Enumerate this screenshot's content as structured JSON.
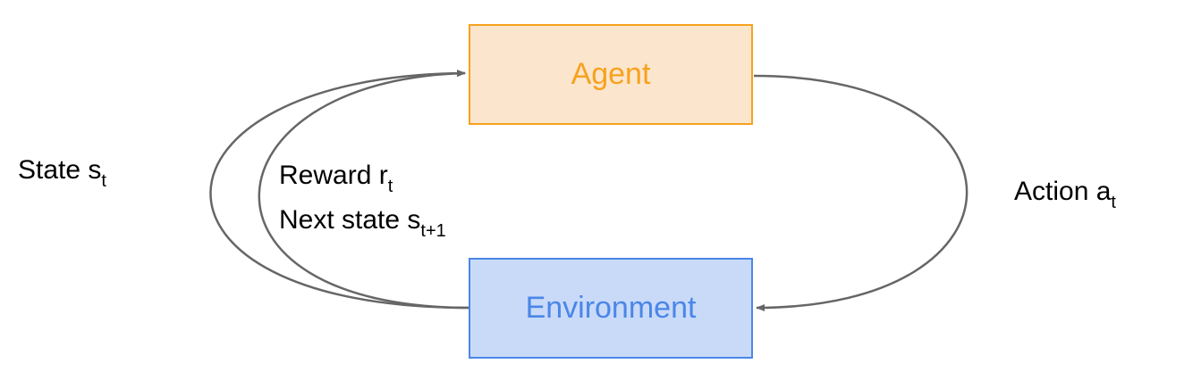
{
  "colors": {
    "agent_fill": "#fce5cd",
    "agent_border": "#f6a21d",
    "agent_text": "#f6a21d",
    "environment_fill": "#c9daf8",
    "environment_border": "#4a86e8",
    "environment_text": "#4a86e8",
    "arrow": "#666666",
    "label_text": "#000000"
  },
  "nodes": {
    "agent": "Agent",
    "environment": "Environment"
  },
  "edges": {
    "state": {
      "text": "State s",
      "subscript": "t"
    },
    "reward": {
      "text": "Reward r",
      "subscript": "t"
    },
    "next_state": {
      "text": "Next state s",
      "subscript": "t+1"
    },
    "action": {
      "text": "Action a",
      "subscript": "t"
    }
  }
}
